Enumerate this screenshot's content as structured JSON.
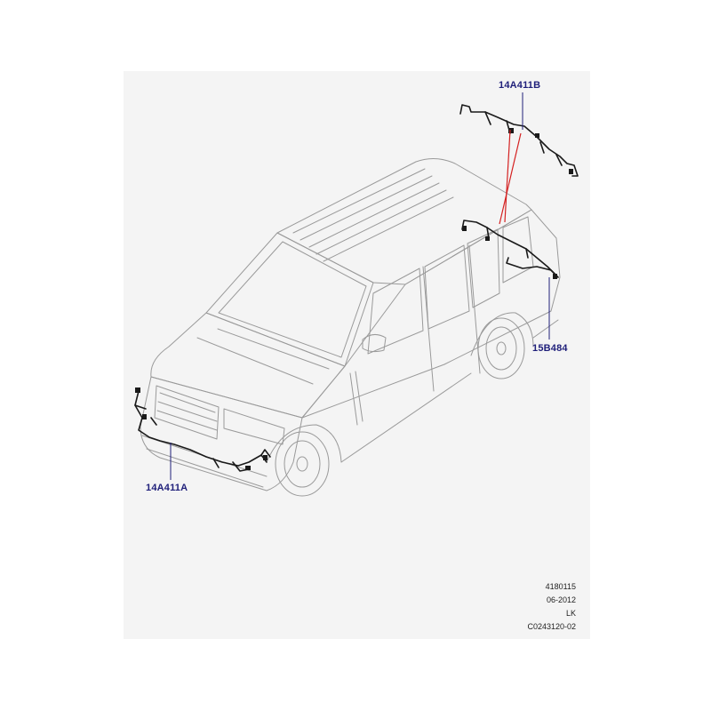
{
  "callouts": {
    "roof_harness": "14A411B",
    "tailgate_harness": "15B484",
    "front_bumper_harness": "14A411A"
  },
  "footer": {
    "line1": "4180115",
    "line2": "06-2012",
    "line3": "LK",
    "line4": "C0243120-02"
  },
  "colors": {
    "callout_text": "#1f1f7a",
    "harness_line": "#1a1a1a",
    "vehicle_outline": "#9a9a9a",
    "indicator_line": "#d42020",
    "panel_background": "#f4f4f4"
  }
}
